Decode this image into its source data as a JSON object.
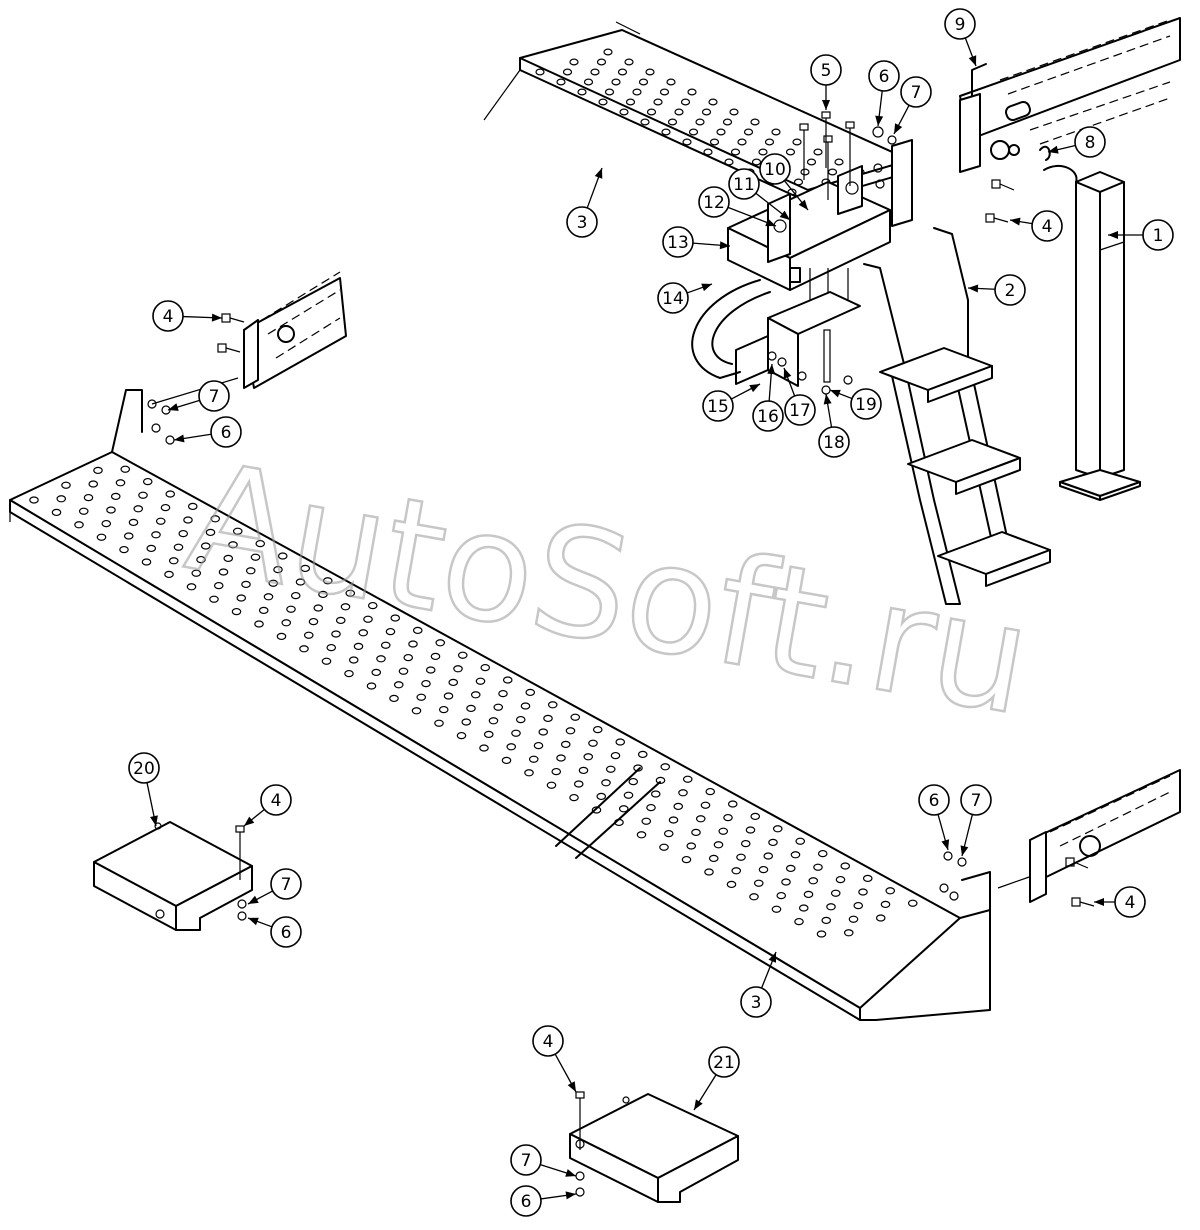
{
  "watermark": "AutoSoft.ru",
  "callouts": [
    {
      "id": "c1",
      "label": "1"
    },
    {
      "id": "c2",
      "label": "2"
    },
    {
      "id": "c3a",
      "label": "3"
    },
    {
      "id": "c3b",
      "label": "3"
    },
    {
      "id": "c4a",
      "label": "4"
    },
    {
      "id": "c4b",
      "label": "4"
    },
    {
      "id": "c4c",
      "label": "4"
    },
    {
      "id": "c4d",
      "label": "4"
    },
    {
      "id": "c4e",
      "label": "4"
    },
    {
      "id": "c5",
      "label": "5"
    },
    {
      "id": "c6a",
      "label": "6"
    },
    {
      "id": "c6b",
      "label": "6"
    },
    {
      "id": "c6c",
      "label": "6"
    },
    {
      "id": "c6d",
      "label": "6"
    },
    {
      "id": "c6e",
      "label": "6"
    },
    {
      "id": "c7a",
      "label": "7"
    },
    {
      "id": "c7b",
      "label": "7"
    },
    {
      "id": "c7c",
      "label": "7"
    },
    {
      "id": "c7d",
      "label": "7"
    },
    {
      "id": "c7e",
      "label": "7"
    },
    {
      "id": "c8",
      "label": "8"
    },
    {
      "id": "c9",
      "label": "9"
    },
    {
      "id": "c10",
      "label": "10"
    },
    {
      "id": "c11",
      "label": "11"
    },
    {
      "id": "c12",
      "label": "12"
    },
    {
      "id": "c13",
      "label": "13"
    },
    {
      "id": "c14",
      "label": "14"
    },
    {
      "id": "c15",
      "label": "15"
    },
    {
      "id": "c16",
      "label": "16"
    },
    {
      "id": "c17",
      "label": "17"
    },
    {
      "id": "c18",
      "label": "18"
    },
    {
      "id": "c19",
      "label": "19"
    },
    {
      "id": "c20",
      "label": "20"
    },
    {
      "id": "c21",
      "label": "21"
    }
  ]
}
